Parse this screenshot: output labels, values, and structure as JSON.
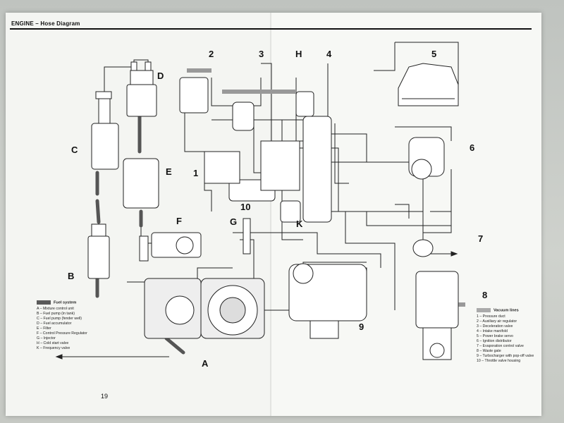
{
  "header": {
    "title": "ENGINE – Hose Diagram"
  },
  "page_number": "19",
  "callouts": {
    "num_1": "1",
    "num_2": "2",
    "num_3": "3",
    "num_4": "4",
    "num_5": "5",
    "num_6": "6",
    "num_7": "7",
    "num_8": "8",
    "num_9": "9",
    "num_10": "10",
    "A": "A",
    "B": "B",
    "C": "C",
    "D": "D",
    "E": "E",
    "F": "F",
    "G": "G",
    "H": "H",
    "K": "K"
  },
  "legend_fuel": {
    "title": "Fuel system",
    "items": [
      "A  –  Mixture control unit",
      "B  –  Fuel pump (in tank)",
      "C  –  Fuel pump (fender well)",
      "D  –  Fuel accumulator",
      "E  –  Filter",
      "F  –  Control Pressure Regulator",
      "G  –  Injector",
      "H  –  Cold start valve",
      "K  –  Frequency valve"
    ]
  },
  "legend_vacuum": {
    "title": "Vacuum lines",
    "items": [
      "1 –  Pressure duct",
      "2 –  Auxiliary air regulator",
      "3 –  Deceleration valve",
      "4 –  Intake manifold",
      "5 –  Power brake servo",
      "6 –  Ignition distributor",
      "7 –  Evaporation control valve",
      "8 –  Waste gate",
      "9 –  Turbocharger with pop-off valve",
      "10 – Throttle valve housing"
    ]
  }
}
